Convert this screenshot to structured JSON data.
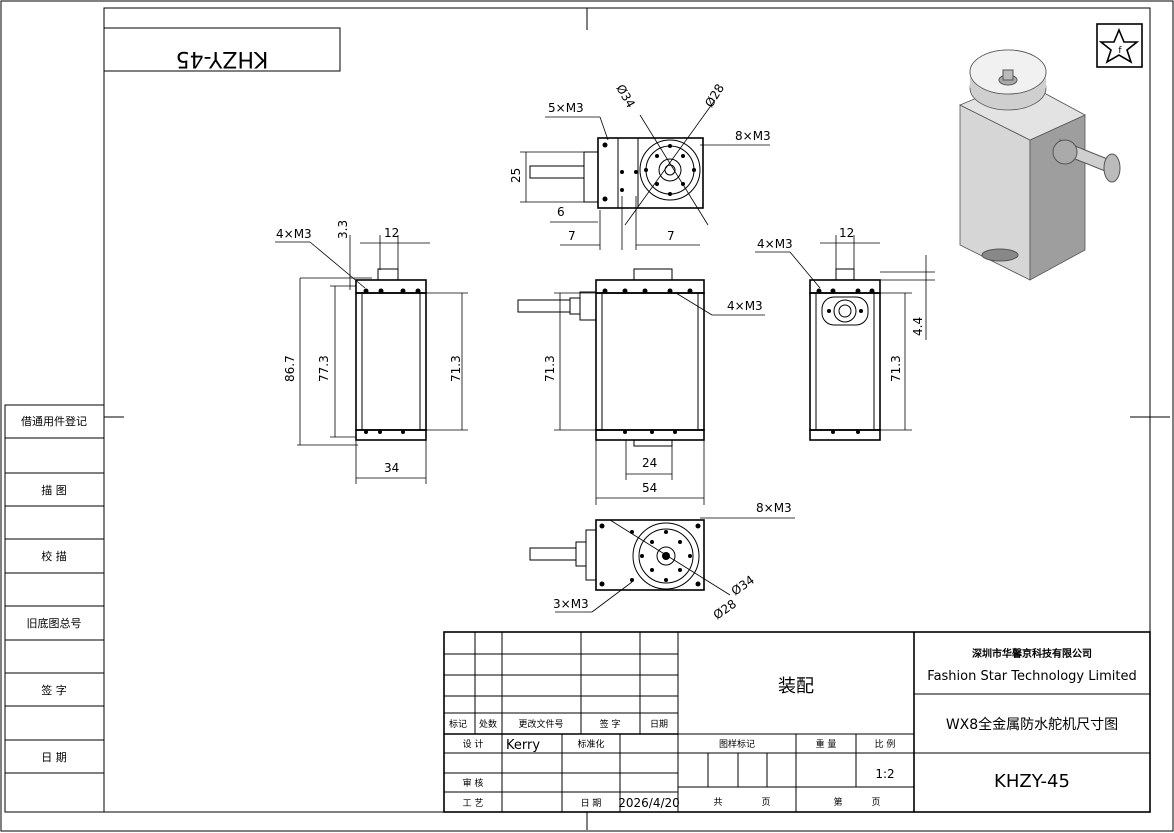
{
  "drawing_number_mirrored": "KHZY-45",
  "side_panel": [
    "借通用件登记",
    "描  图",
    "校  描",
    "旧底图总号",
    "签  字",
    "日  期"
  ],
  "dimensions": {
    "top_view": {
      "holes_left": "5×M3",
      "dia_outer": "Ø34",
      "dia_inner": "Ø28",
      "holes_right": "8×M3",
      "height": "25",
      "offset": "6",
      "spacing_left": "7",
      "spacing_right": "7"
    },
    "left_view": {
      "holes": "4×M3",
      "top_offset": "3.3",
      "top_width": "12",
      "overall_height": "86.7",
      "body_height": "77.3",
      "inner_height": "71.3",
      "width": "34"
    },
    "front_view": {
      "holes": "4×M3",
      "height": "71.3",
      "bottom_width": "24",
      "overall_width": "54"
    },
    "right_view": {
      "holes": "4×M3",
      "top_width": "12",
      "height": "71.3",
      "offset": "4.4"
    },
    "bottom_view": {
      "holes_right": "8×M3",
      "holes_left": "3×M3",
      "dia_outer": "Ø34",
      "dia_inner": "Ø28"
    }
  },
  "title_block": {
    "col_headers": [
      "标记",
      "处数",
      "更改文件号",
      "签 字",
      "日期"
    ],
    "design_label": "设 计",
    "designer": "Kerry",
    "standard_label": "标准化",
    "review_label": "审 核",
    "process_label": "工 艺",
    "date_label": "日 期",
    "date": "2026/4/20",
    "assembly": "装配",
    "stage_label": "图样标记",
    "weight_label": "重 量",
    "scale_label": "比 例",
    "scale": "1:2",
    "total_label": "共",
    "sheet_unit": "页",
    "sheet_label": "第",
    "company_cn": "深圳市华馨京科技有限公司",
    "company_en": "Fashion Star Technology Limited",
    "drawing_title": "WX8全金属防水舵机尺寸图",
    "drawing_number": "KHZY-45"
  },
  "logo_icon": "star-logo-icon"
}
